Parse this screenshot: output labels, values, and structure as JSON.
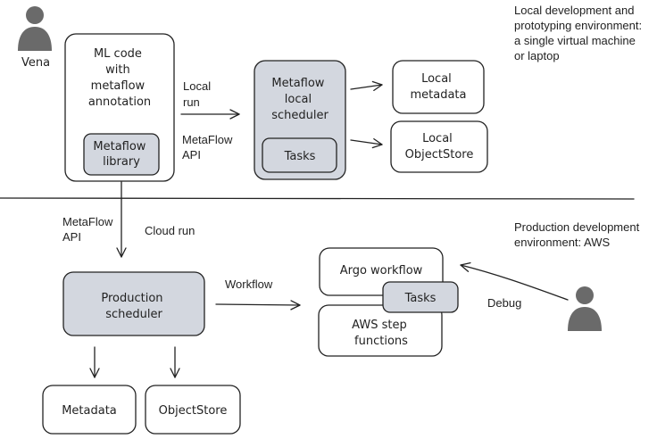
{
  "actors": {
    "dev": "Vena"
  },
  "local_env": {
    "note_lines": [
      "Local development and",
      "prototyping environment:",
      "a single virtual machine",
      "or laptop"
    ],
    "ml_code_lines": [
      "ML code",
      "with",
      "metaflow",
      "annotation"
    ],
    "library_lines": [
      "Metaflow",
      "library"
    ],
    "local_run_lines": [
      "Local",
      "run"
    ],
    "api_lines": [
      "MetaFlow",
      "API"
    ],
    "scheduler_lines": [
      "Metaflow",
      "local",
      "scheduler"
    ],
    "tasks": "Tasks",
    "metadata_lines": [
      "Local",
      "metadata"
    ],
    "objectstore_lines": [
      "Local",
      "ObjectStore"
    ]
  },
  "prod_env": {
    "note_lines": [
      "Production development",
      "environment: AWS"
    ],
    "api_lines": [
      "MetaFlow",
      "API"
    ],
    "cloud_run": "Cloud run",
    "scheduler_lines": [
      "Production",
      "scheduler"
    ],
    "workflow": "Workflow",
    "argo": "Argo workflow",
    "tasks": "Tasks",
    "aws_lines": [
      "AWS step",
      "functions"
    ],
    "debug": "Debug",
    "metadata": "Metadata",
    "objectstore": "ObjectStore"
  },
  "colors": {
    "accent_fill": "#d3d7df",
    "person": "#6a6a6a",
    "stroke": "#222222"
  }
}
